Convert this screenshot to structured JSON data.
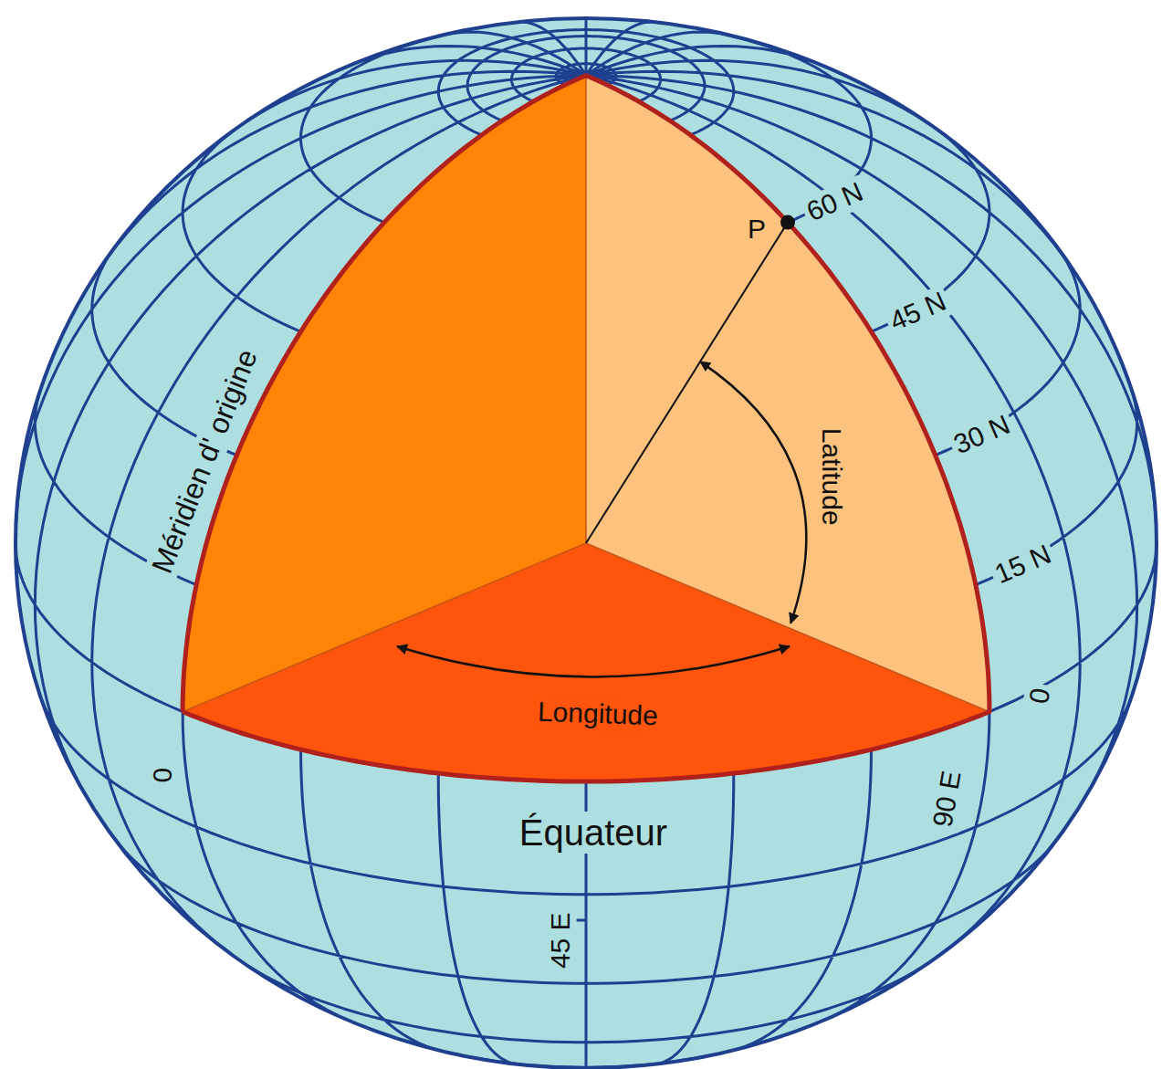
{
  "diagram": {
    "labels": [
      "P",
      "60 N",
      "45 N",
      "30 N",
      "15 N",
      "Latitude",
      "Méridien d' origine",
      "Longitude",
      "0",
      "0",
      "90 E",
      "Équateur",
      "45 E"
    ]
  }
}
